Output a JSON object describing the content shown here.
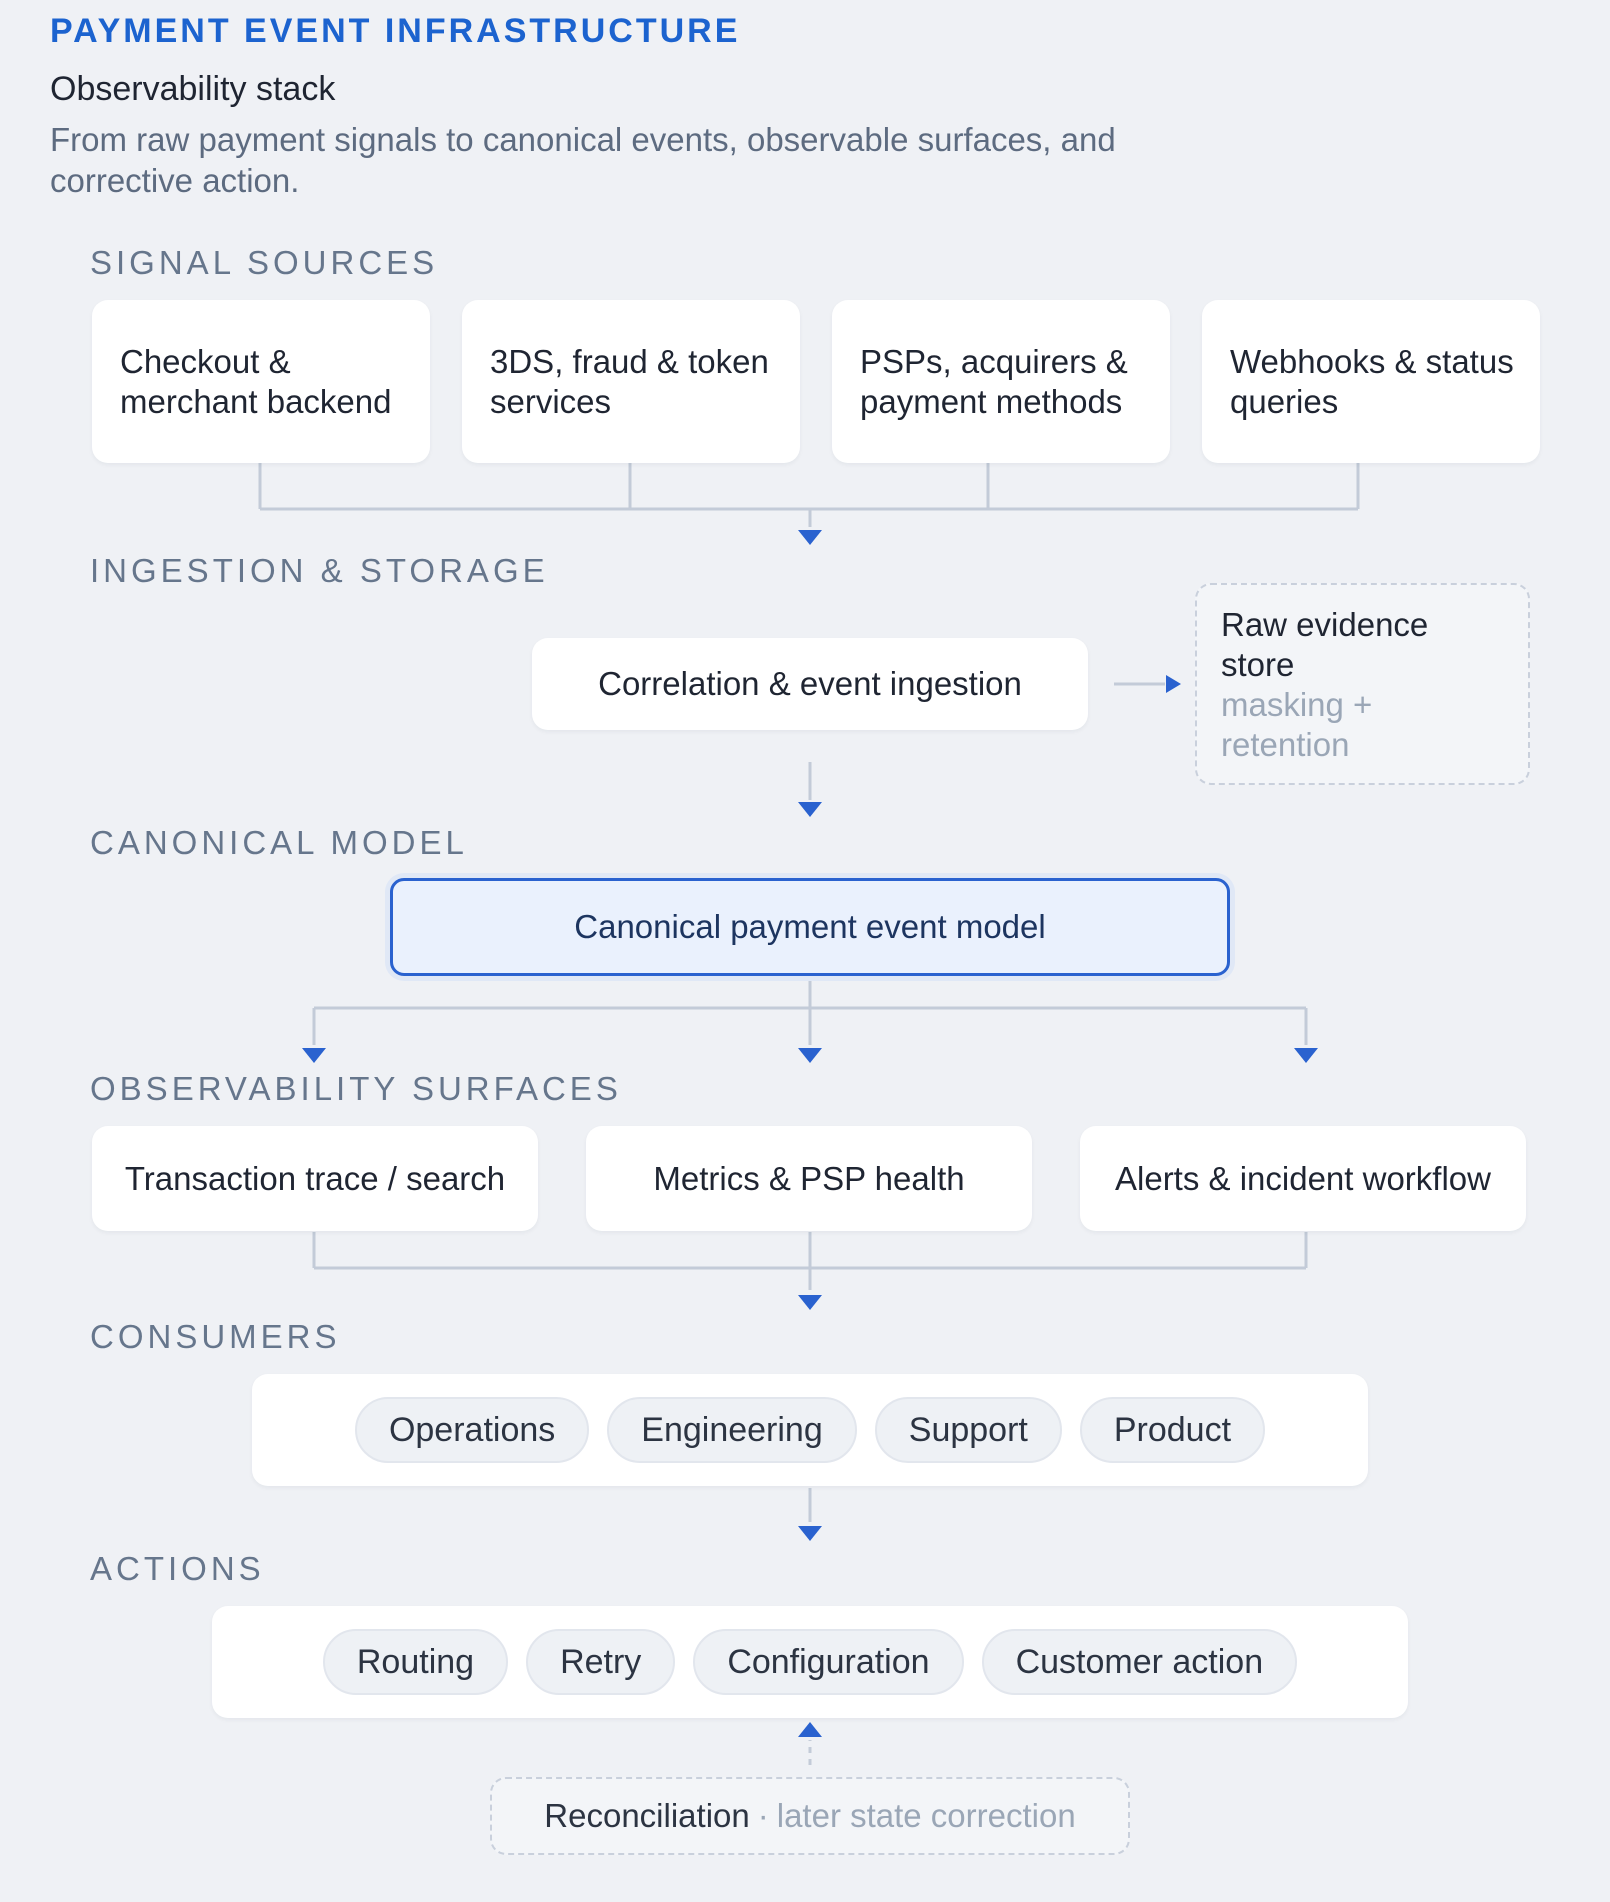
{
  "header": {
    "eyebrow": "PAYMENT EVENT INFRASTRUCTURE",
    "title": "Observability stack",
    "subtitle": "From raw payment signals to canonical events, observable surfaces, and corrective action."
  },
  "sections": {
    "signal_sources": "SIGNAL SOURCES",
    "ingestion_storage": "INGESTION & STORAGE",
    "canonical_model": "CANONICAL MODEL",
    "observability_surfaces": "OBSERVABILITY SURFACES",
    "consumers": "CONSUMERS",
    "actions": "ACTIONS"
  },
  "signal_sources": [
    "Checkout & merchant backend",
    "3DS, fraud & token services",
    "PSPs, acquirers & payment methods",
    "Webhooks & status queries"
  ],
  "ingestion": {
    "main": "Correlation & event ingestion",
    "raw_store_title": "Raw evidence store",
    "raw_store_note": "masking + retention"
  },
  "canonical": {
    "label": "Canonical payment event model"
  },
  "surfaces": [
    "Transaction trace / search",
    "Metrics & PSP health",
    "Alerts & incident workflow"
  ],
  "consumers": [
    "Operations",
    "Engineering",
    "Support",
    "Product"
  ],
  "actions": [
    "Routing",
    "Retry",
    "Configuration",
    "Customer action"
  ],
  "reconciliation": {
    "label": "Reconciliation",
    "separator": "·",
    "note": "later state correction"
  },
  "colors": {
    "accent": "#1c63cf",
    "arrow": "#2a62cf",
    "connector": "#c3cbd8",
    "background": "#eff1f5",
    "card": "#ffffff"
  }
}
